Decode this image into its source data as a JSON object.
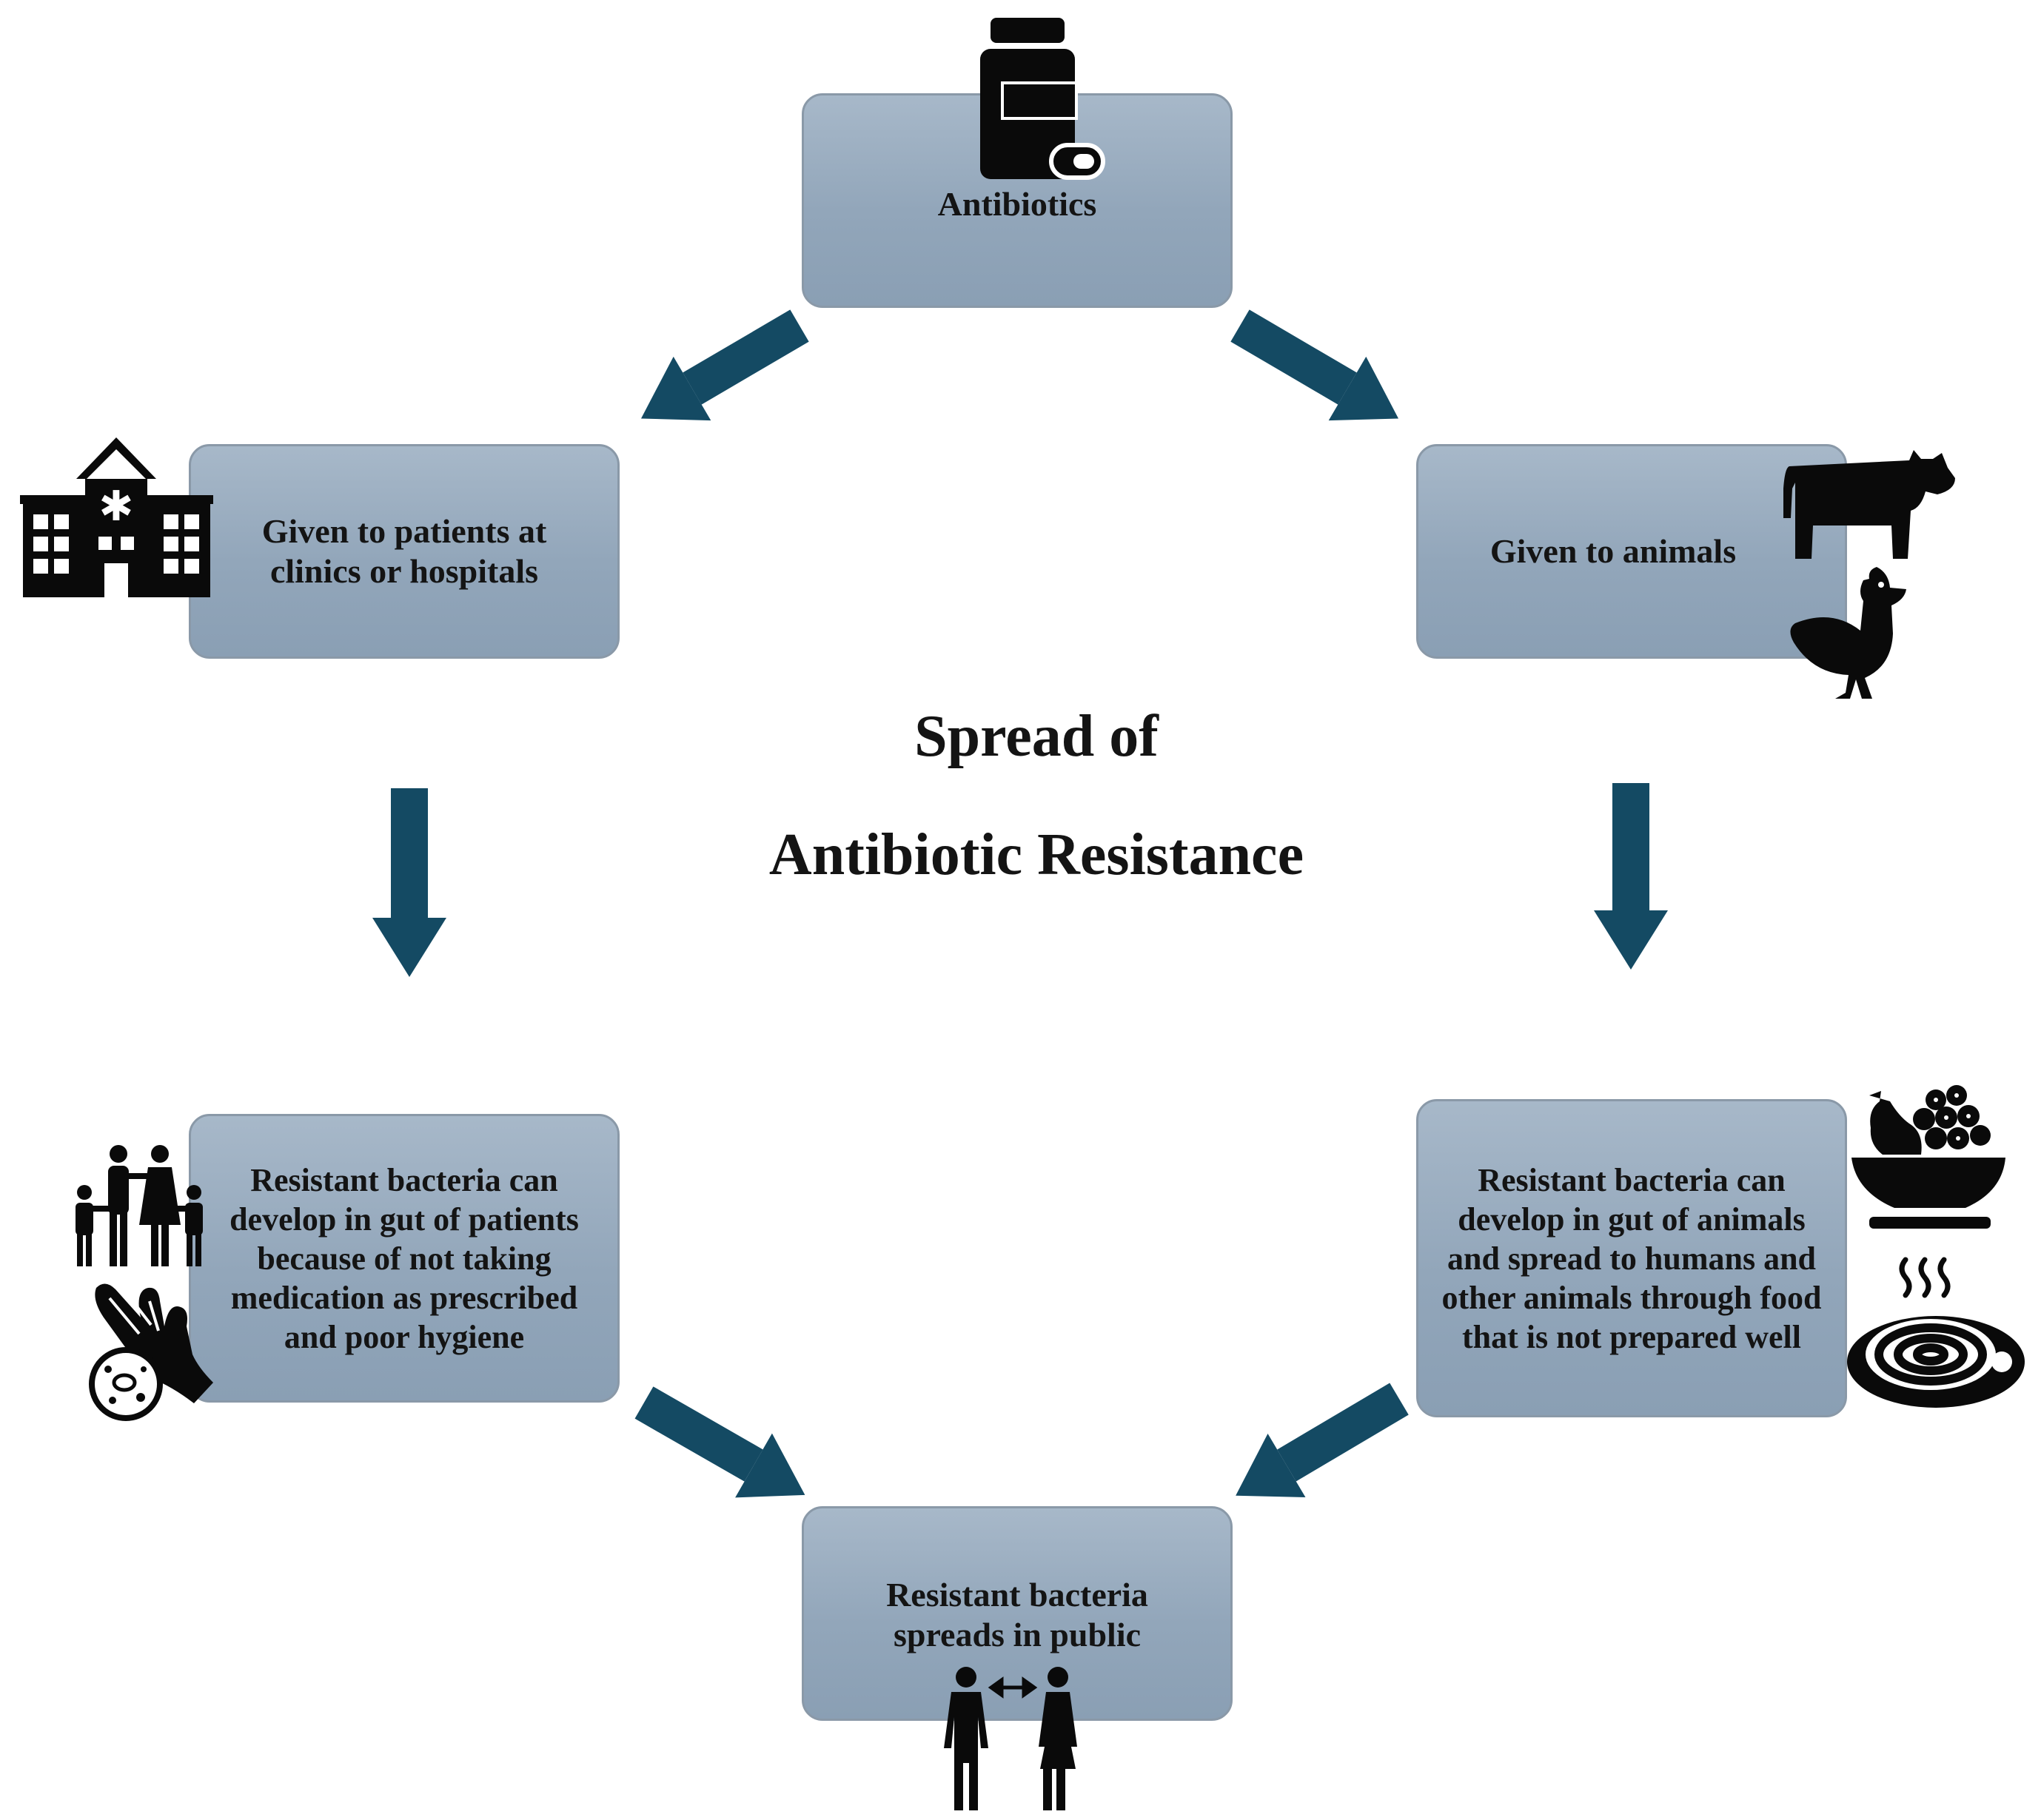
{
  "title": {
    "line1": "Spread of",
    "line2": "Antibiotic Resistance"
  },
  "nodes": {
    "antibiotics": "Antibiotics",
    "patients": "Given to patients at clinics or hospitals",
    "animals": "Given to animals",
    "gut_patients": "Resistant bacteria can develop in gut of patients because of not taking medication as prescribed and poor hygiene",
    "gut_animals": "Resistant bacteria can develop in gut of animals and spread to humans and other animals through food that is not prepared well",
    "public": "Resistant bacteria spreads in public"
  },
  "icons": {
    "antibiotics": "medicine-bottle-pill-icon",
    "patients": "hospital-icon",
    "animals": [
      "cow-icon",
      "chicken-icon"
    ],
    "gut_patients": [
      "family-icon",
      "dirty-hands-bacteria-icon"
    ],
    "gut_animals": [
      "fruit-bowl-icon",
      "hot-food-plate-icon"
    ],
    "public": "two-people-exchange-icon"
  },
  "colors": {
    "arrow": "#144a63",
    "box_fill": "#9cb0c4",
    "box_border": "#8a99a8",
    "icon": "#0a0a0a",
    "text": "#141414"
  }
}
